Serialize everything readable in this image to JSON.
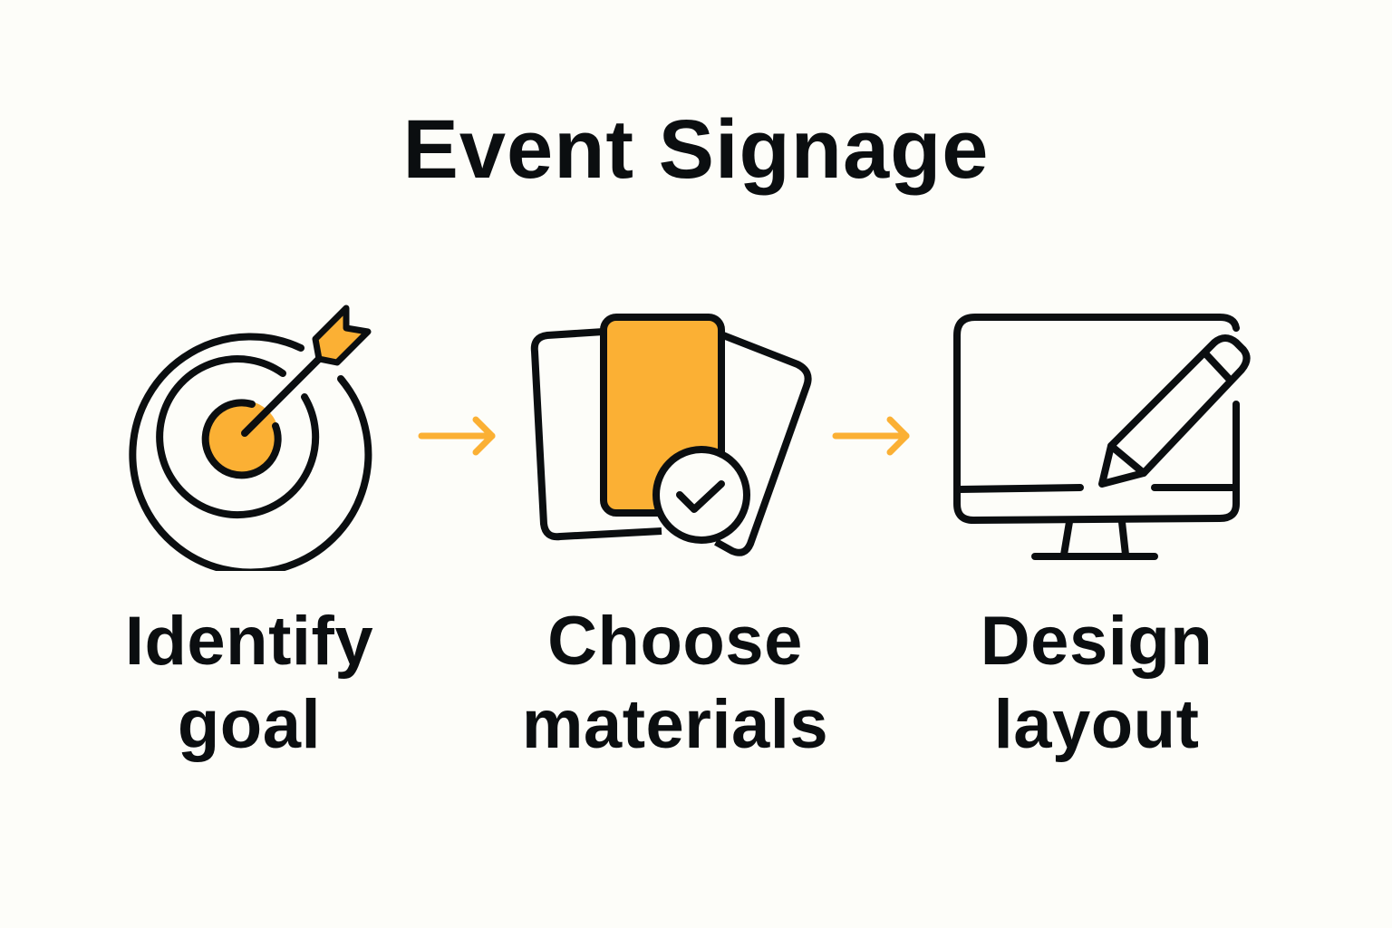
{
  "title": "Event Signage",
  "colors": {
    "accent": "#fbb034",
    "stroke": "#0b0e10",
    "background": "#fdfdf9"
  },
  "steps": [
    {
      "icon": "target-icon",
      "label_line1": "Identify",
      "label_line2": "goal"
    },
    {
      "icon": "materials-check-icon",
      "label_line1": "Choose",
      "label_line2": "materials"
    },
    {
      "icon": "monitor-pencil-icon",
      "label_line1": "Design",
      "label_line2": "layout"
    }
  ],
  "connectors": [
    {
      "icon": "arrow-right-icon"
    },
    {
      "icon": "arrow-right-icon"
    }
  ]
}
